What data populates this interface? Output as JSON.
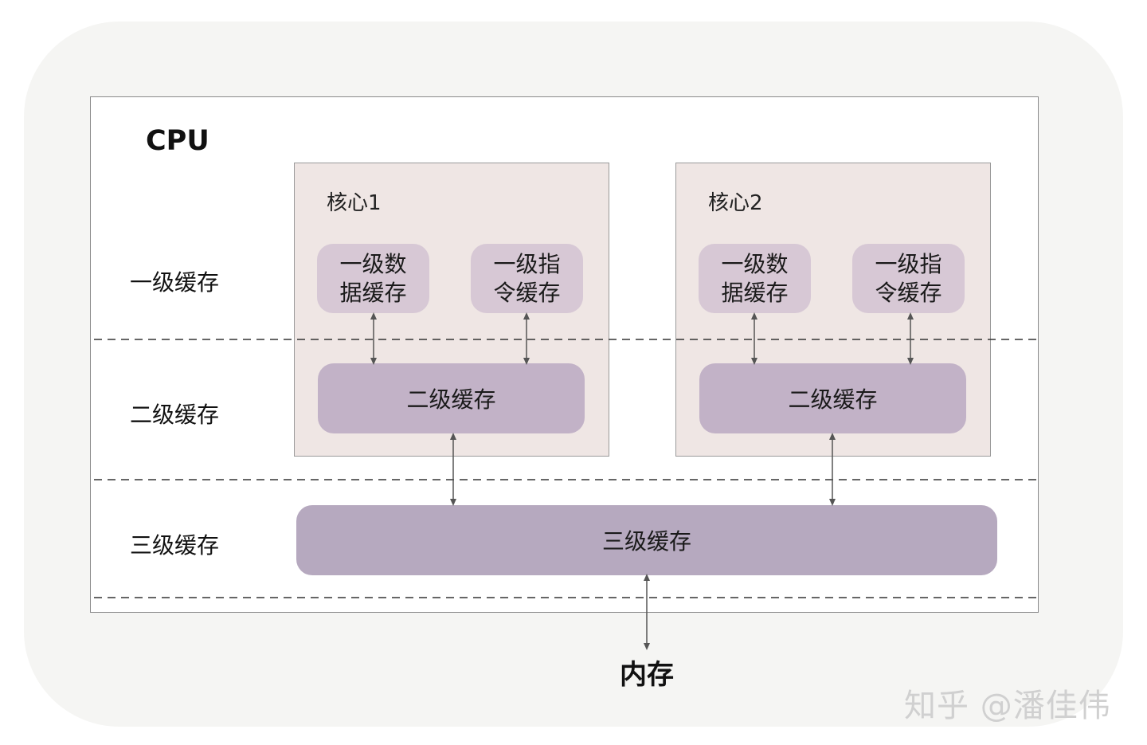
{
  "cpu": {
    "title": "CPU"
  },
  "levels": {
    "l1": "一级缓存",
    "l2": "二级缓存",
    "l3": "三级缓存"
  },
  "cores": [
    {
      "name": "核心1",
      "l1_data": "一级数\n据缓存",
      "l1_instr": "一级指\n令缓存",
      "l2": "二级缓存"
    },
    {
      "name": "核心2",
      "l1_data": "一级数\n据缓存",
      "l1_instr": "一级指\n令缓存",
      "l2": "二级缓存"
    }
  ],
  "l3": {
    "label": "三级缓存"
  },
  "memory": {
    "label": "内存"
  },
  "watermark": "知乎 @潘佳伟",
  "colors": {
    "background": "#f5f5f3",
    "core_fill": "#efe6e4",
    "l1_fill": "#d7c8d5",
    "l2_fill": "#c2b2c7",
    "l3_fill": "#b6a9bf",
    "arrow": "#555555"
  }
}
